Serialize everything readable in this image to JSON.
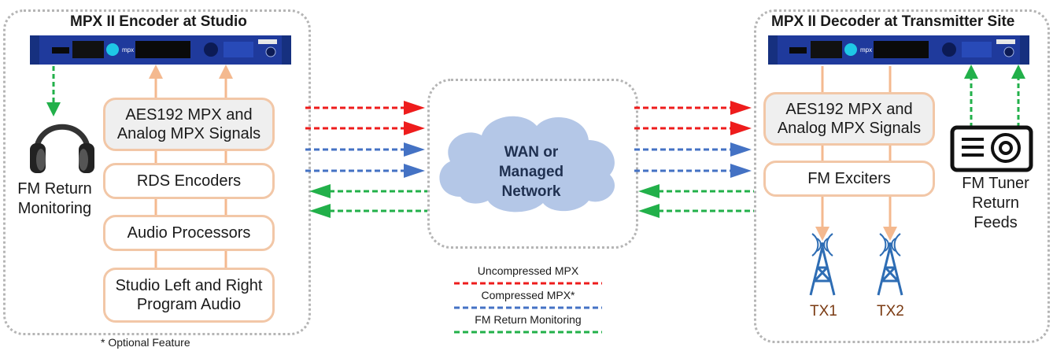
{
  "studio": {
    "title": "MPX II Encoder at Studio",
    "boxes": {
      "aes": "AES192 MPX and Analog MPX Signals",
      "rds": "RDS Encoders",
      "audio_proc": "Audio Processors",
      "studio_audio": "Studio Left and Right Program Audio"
    },
    "monitor_label": "FM Return Monitoring"
  },
  "transmitter": {
    "title": "MPX II Decoder at Transmitter Site",
    "boxes": {
      "aes": "AES192 MPX and Analog MPX Signals",
      "exciters": "FM Exciters"
    },
    "tuner_label": "FM Tuner Return Feeds",
    "towers": [
      "TX1",
      "TX2"
    ]
  },
  "network": {
    "cloud_label": "WAN or Managed Network"
  },
  "legend": {
    "items": [
      {
        "label": "Uncompressed MPX",
        "color": "#ee1c1c"
      },
      {
        "label": "Compressed MPX*",
        "color": "#4472c4"
      },
      {
        "label": "FM Return Monitoring",
        "color": "#22b04a"
      }
    ]
  },
  "footnote": "* Optional Feature",
  "colors": {
    "uncompressed": "#ee1c1c",
    "compressed": "#4472c4",
    "monitoring": "#22b04a",
    "flow": "#f4b98f",
    "device": "#1f3a9c",
    "cloud": "#b4c7e7",
    "tower": "#2e6db4"
  }
}
